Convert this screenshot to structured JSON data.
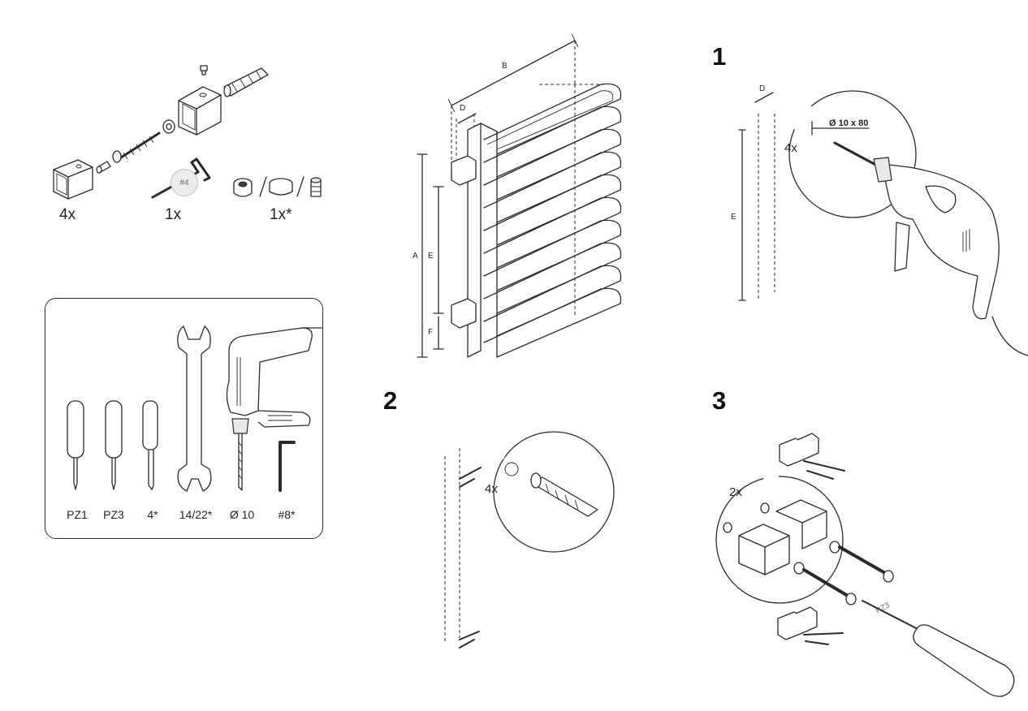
{
  "parts": {
    "items": [
      {
        "qty": "4x",
        "icon": "square-bracket-icon"
      },
      {
        "qty": "1x",
        "icon": "hex-key-icon",
        "badge": "#4"
      },
      {
        "qty": "1x*",
        "icon": "valve-cap-icon"
      }
    ]
  },
  "tools": {
    "items": [
      {
        "label": "PZ1",
        "icon": "screwdriver-icon"
      },
      {
        "label": "PZ3",
        "icon": "screwdriver-icon"
      },
      {
        "label": "4*",
        "icon": "screwdriver-icon"
      },
      {
        "label": "14/22*",
        "icon": "wrench-icon"
      },
      {
        "label": "Ø 10",
        "icon": "drill-icon"
      },
      {
        "label": "#8*",
        "icon": "hex-key-icon"
      }
    ]
  },
  "dimensions": {
    "labels": [
      "B",
      "D",
      "A",
      "E",
      "F"
    ]
  },
  "steps": [
    {
      "number": "1",
      "dim_d": "D",
      "dim_e": "E",
      "bit_label": "Ø 10 x 80",
      "count": "4x"
    },
    {
      "number": "2",
      "count": "4x"
    },
    {
      "number": "3",
      "count": "2x",
      "tool_label": "PZ3"
    }
  ]
}
